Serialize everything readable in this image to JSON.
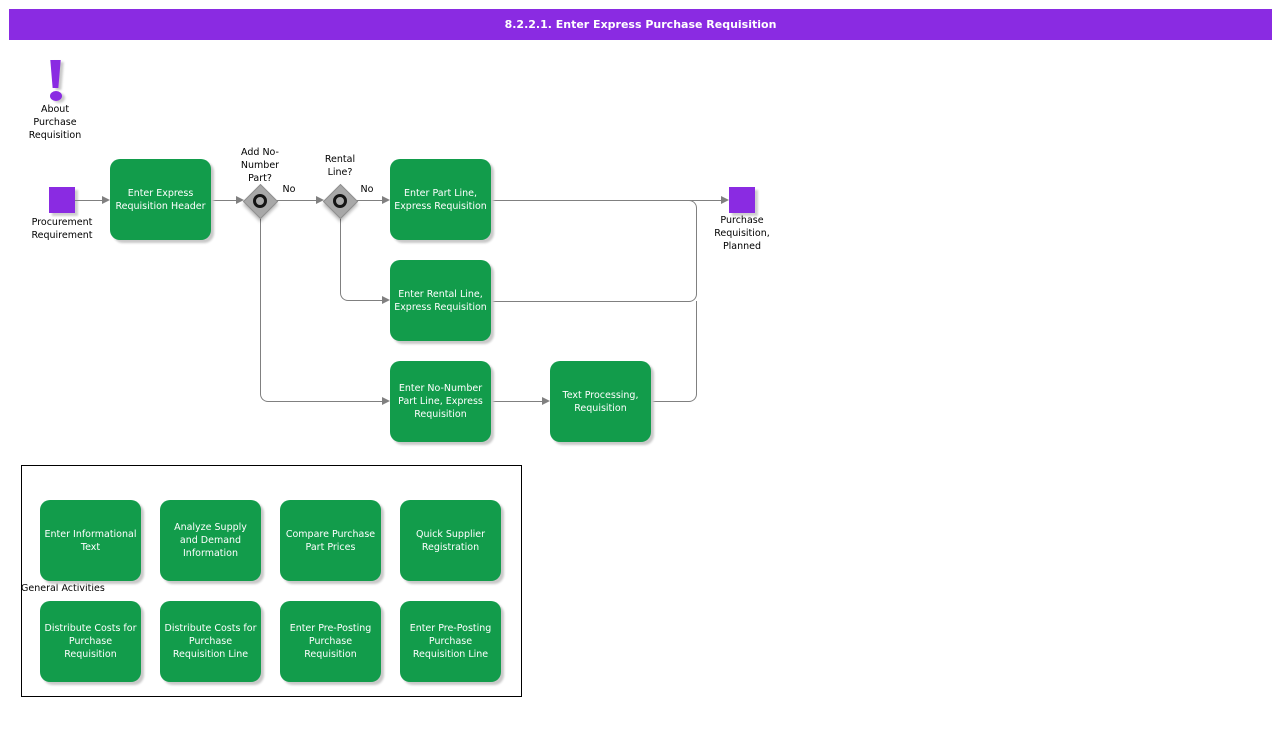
{
  "header": {
    "title": "8.2.2.1. Enter Express Purchase Requisition"
  },
  "about": {
    "label": "About\nPurchase\nRequisition"
  },
  "flow": {
    "start": {
      "label": "Procurement\nRequirement"
    },
    "end": {
      "label": "Purchase\nRequisition,\nPlanned"
    },
    "tasks": [
      {
        "label": "Enter Express Requisition Header"
      },
      {
        "label": "Enter Part Line, Express Requisition"
      },
      {
        "label": "Enter Rental Line, Express Requisition"
      },
      {
        "label": "Enter No-Number Part Line, Express Requisition"
      },
      {
        "label": "Text Processing, Requisition"
      }
    ],
    "decisions": [
      {
        "label": "Add No-\nNumber\nPart?",
        "branch_label": "No"
      },
      {
        "label": "Rental\nLine?",
        "branch_label": "No"
      }
    ]
  },
  "general_activities": {
    "title": "General Activities",
    "items": [
      "Enter Informational Text",
      "Analyze Supply and Demand Information",
      "Compare Purchase Part Prices",
      "Quick Supplier Registration",
      "Distribute Costs for Purchase Requisition",
      "Distribute Costs for Purchase Requisition Line",
      "Enter Pre-Posting Purchase Requisition",
      "Enter Pre-Posting Purchase Requisition Line"
    ]
  },
  "colors": {
    "accent_purple": "#8A2BE2",
    "task_green": "#129C4B",
    "connector_gray": "#808080"
  }
}
